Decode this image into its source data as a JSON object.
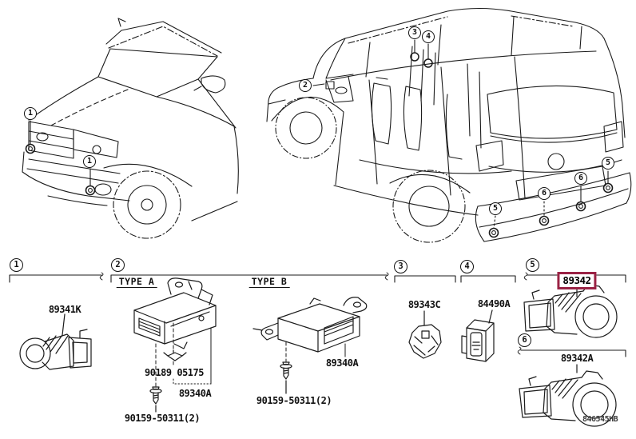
{
  "diagram": {
    "title_semantic": "clearance & back sonar parts diagram",
    "footer_code": "846545HB",
    "colors": {
      "line": "#1b1b1b",
      "highlight_box": "#9a2345",
      "background": "#ffffff"
    }
  },
  "sections": {
    "s1": {
      "num": "1",
      "part": "89341K"
    },
    "s2": {
      "num": "2",
      "type_a": {
        "label": "TYPE A",
        "screw": "90189 05175",
        "ecu": "89340A",
        "bolt": "90159-50311(2)"
      },
      "type_b": {
        "label": "TYPE B",
        "ecu": "89340A",
        "bolt": "90159-50311(2)"
      }
    },
    "s3": {
      "num": "3",
      "part": "89343C"
    },
    "s4": {
      "num": "4",
      "part": "84490A"
    },
    "s5": {
      "num": "5",
      "part": "89342",
      "highlighted": true
    },
    "s6": {
      "num": "6",
      "part": "89342A"
    }
  },
  "callouts": {
    "front_bumper_1": "1",
    "front_bumper_2": "1",
    "dash_2": "2",
    "cabin_3": "3",
    "cabin_4": "4",
    "rear_5_left": "5",
    "rear_6_center": "6",
    "rear_6_right": "6",
    "rear_5_right": "5"
  }
}
